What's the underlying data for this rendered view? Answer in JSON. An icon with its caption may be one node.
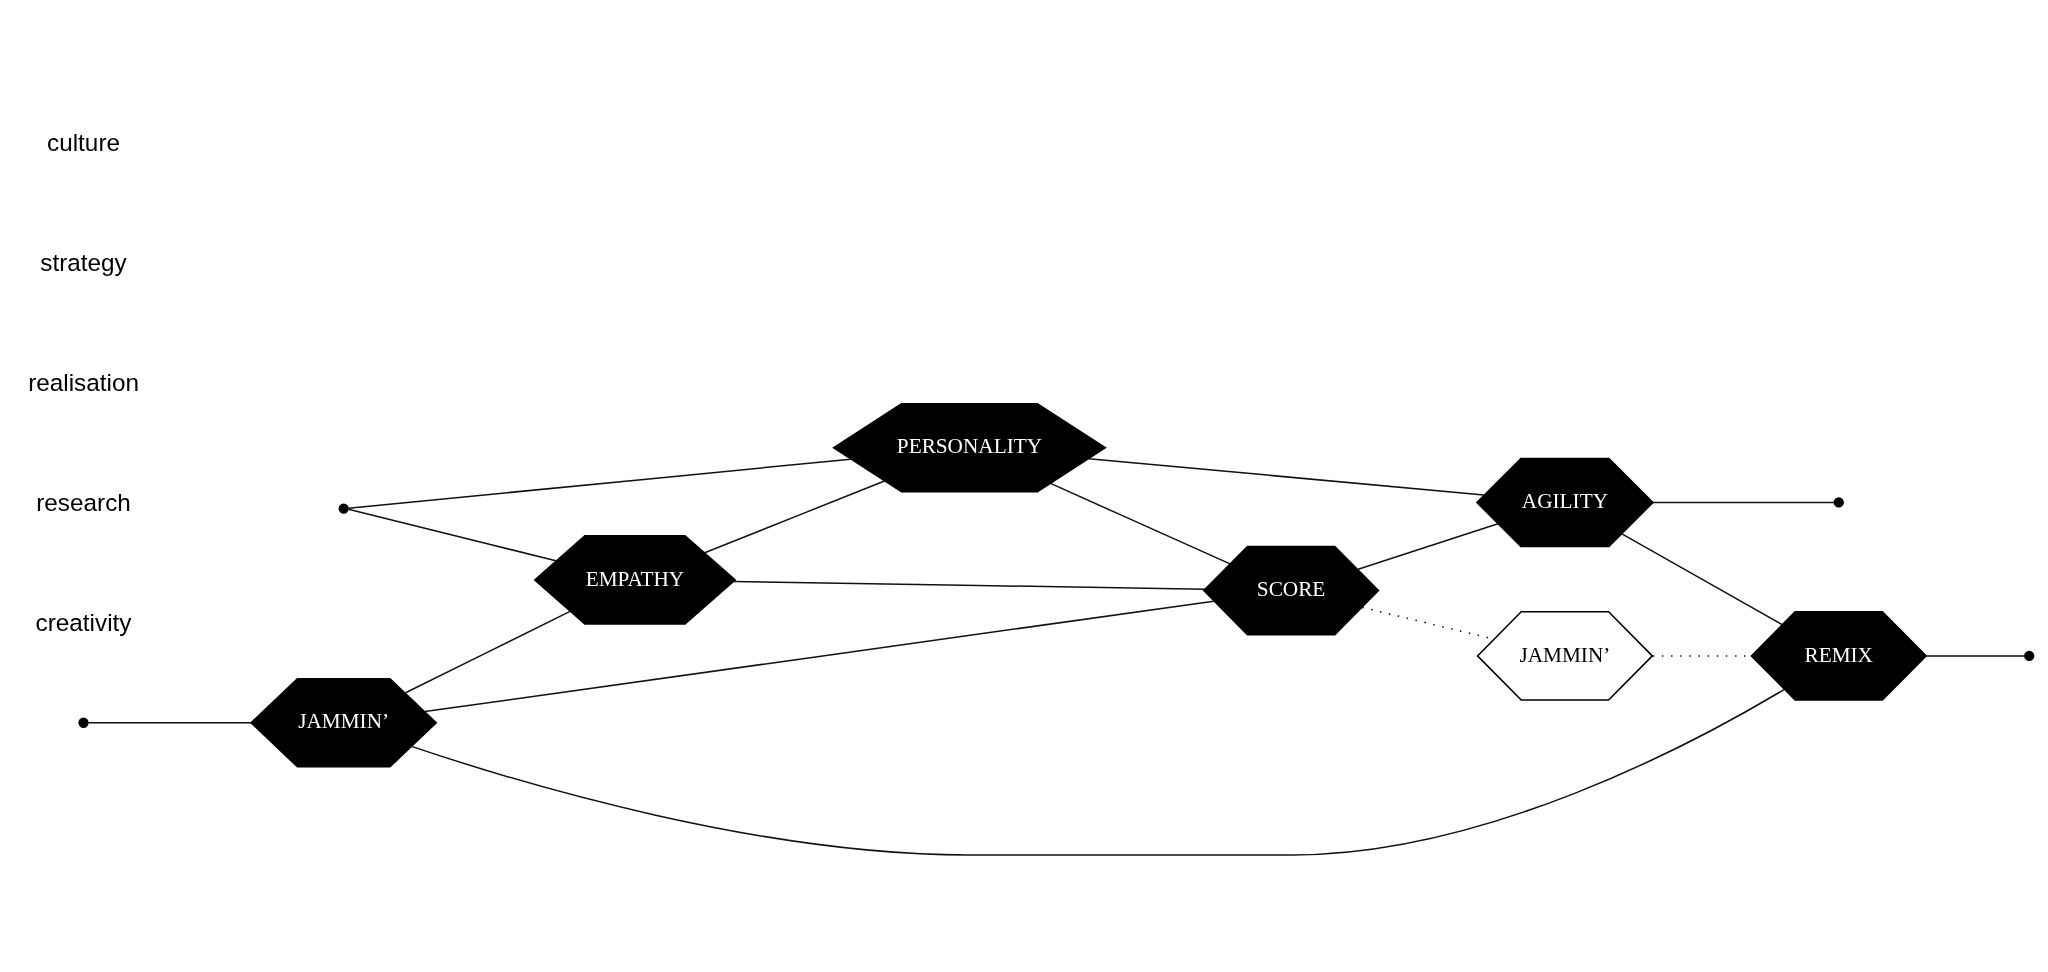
{
  "diagram": {
    "nodes": [
      {
        "text": [
          "JAMMIN’"
        ]
      },
      {
        "text": [
          "JAMMIN’"
        ]
      },
      {
        "text": [
          "REMIX"
        ]
      },
      {
        "text": [],
        "shape": "circle"
      },
      {
        "text": [],
        "shape": "circle"
      },
      {
        "text": [
          "EMPATHY"
        ]
      },
      {
        "text": [
          "SCORE"
        ]
      },
      {
        "text": [],
        "shape": "circle"
      },
      {
        "text": [],
        "shape": "circle"
      },
      {
        "text": [
          "PERSONALITY"
        ]
      },
      {
        "text": [
          "AGILITY"
        ]
      }
    ],
    "edges": [
      {
        "from": 0,
        "to": 2,
        "arrow": "none"
      },
      {
        "from": 0,
        "to": 6,
        "arrow": "none"
      },
      {
        "from": 0,
        "to": 5,
        "arrow": "none"
      },
      {
        "from": 3,
        "to": 0,
        "arrow": "none"
      },
      {
        "from": 5,
        "to": 6,
        "arrow": "none"
      },
      {
        "from": 4,
        "to": 5,
        "arrow": "none"
      },
      {
        "from": 5,
        "to": 9,
        "arrow": "none"
      },
      {
        "from": 4,
        "to": 9,
        "arrow": "none"
      },
      {
        "from": 9,
        "to": 6,
        "arrow": "none"
      },
      {
        "from": 9,
        "to": 10,
        "arrow": "none"
      },
      {
        "from": 6,
        "to": 1,
        "arrow": "none",
        "style": "dashed"
      },
      {
        "from": 1,
        "to": 2,
        "arrow": "none",
        "style": "dashed"
      },
      {
        "from": 6,
        "to": 10,
        "arrow": "none"
      },
      {
        "from": 10,
        "to": 2,
        "arrow": "none"
      },
      {
        "from": 2,
        "to": 7,
        "arrow": "none"
      },
      {
        "from": 10,
        "to": 8,
        "arrow": "none"
      }
    ],
    "labels": [
      "creativity",
      "research",
      "realisation",
      "strategy",
      "culture"
    ]
  }
}
